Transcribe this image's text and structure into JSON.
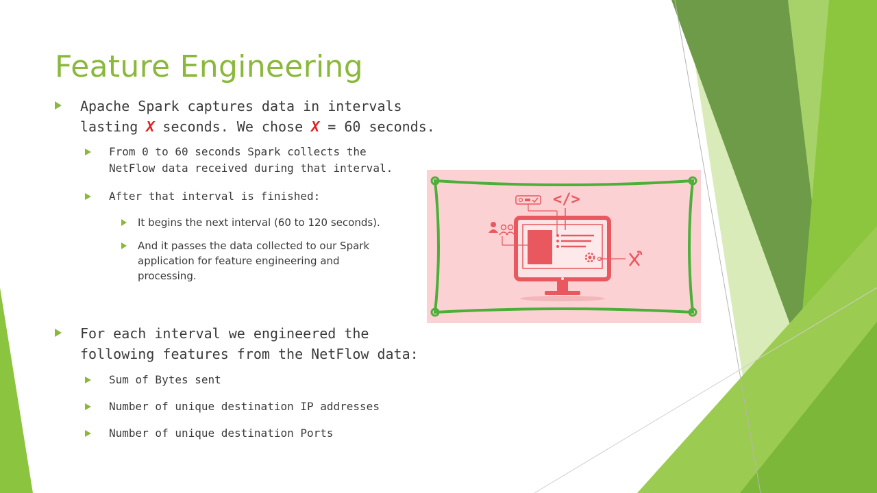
{
  "slide": {
    "title": "Feature Engineering",
    "bullet1": {
      "line1": "Apache Spark captures data in intervals",
      "line2_a": "lasting ",
      "var1": "X",
      "line2_b": " seconds.  We chose ",
      "var2": "X",
      "line2_c": " = 60 seconds."
    },
    "bullet1_1": {
      "line1": "From 0 to 60 seconds Spark collects the",
      "line2": "NetFlow data received during that interval."
    },
    "bullet1_2": "After that interval is finished:",
    "bullet1_2_1": "It begins the next interval (60 to 120 seconds).",
    "bullet1_2_2": {
      "line1": "And it passes the data collected to our Spark",
      "line2": "application for feature engineering and",
      "line3": "processing."
    },
    "bullet2": {
      "line1": "For each interval we engineered the",
      "line2": "following features from the NetFlow data:"
    },
    "features": [
      "Sum of Bytes sent",
      "Number of unique destination IP addresses",
      "Number of unique destination Ports"
    ],
    "image_code_tag": "</>"
  },
  "colors": {
    "title": "#8ab83a",
    "accent_green": "#8ab83a",
    "highlight_red": "#e02020",
    "image_bg": "#fcd1d3",
    "image_icon": "#e8585e"
  }
}
